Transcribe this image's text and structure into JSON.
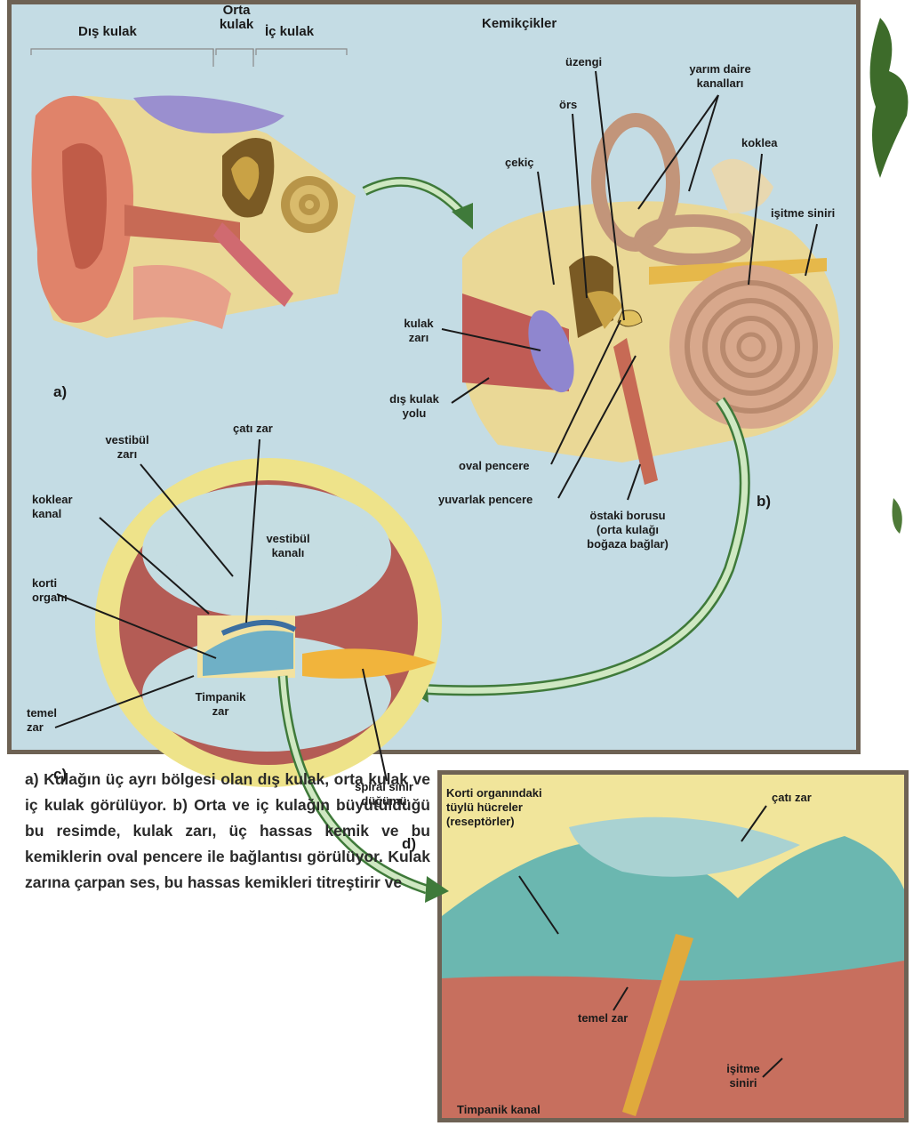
{
  "labels": {
    "dis_kulak": "Dış kulak",
    "orta_kulak": "Orta\nkulak",
    "ic_kulak": "İç kulak",
    "kemikcikler": "Kemikçikler",
    "uzengi": "üzengi",
    "yarim_daire": "yarım daire\nkanalları",
    "ors": "örs",
    "cekic": "çekiç",
    "koklea": "koklea",
    "isitme_siniri_top": "işitme siniri",
    "kulak_zari": "kulak\nzarı",
    "a": "a)",
    "dis_kulak_yolu": "dış kulak\nyolu",
    "oval_pencere": "oval pencere",
    "yuvarlak_pencere": "yuvarlak pencere",
    "ostaki": "östaki borusu\n(orta kulağı\nboğaza bağlar)",
    "b": "b)",
    "vestibul_zari": "vestibül\nzarı",
    "cati_zar_c": "çatı zar",
    "koklear_kanal": "koklear\nkanal",
    "vestibul_kanali": "vestibül\nkanalı",
    "korti_organi": "korti\norganı",
    "timpanik_zar": "Timpanik\nzar",
    "temel_zar_c": "temel\nzar",
    "c": "c)",
    "spiral_sinir": "spiral sinir\ndüğümü",
    "korti_tuylu": "Korti organındaki\ntüylü hücreler\n(reseptörler)",
    "cati_zar_d": "çatı zar",
    "d": "d)",
    "temel_zar_d": "temel zar",
    "isitme_siniri_d": "işitme\nsiniri",
    "timpanik_kanal": "Timpanik kanal"
  },
  "caption": "a) Kulağın üç ayrı bölgesi olan dış kulak, orta kulak ve iç kulak görülüyor. b) Orta ve iç kulağın büyütüldüğü bu resimde, kulak zarı, üç hassas kemik ve bu kemiklerin oval pencere ile bağlantısı görülüyor. Kulak zarına çarpan ses, bu hassas kemikleri titreştirir ve"
}
